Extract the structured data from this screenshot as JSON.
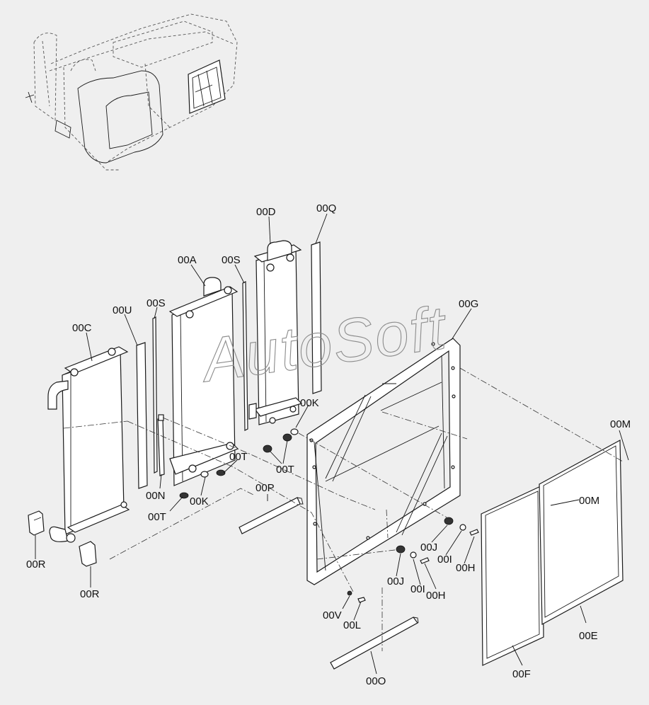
{
  "watermark": "AutoSoft",
  "labels": {
    "00D": "00D",
    "00Q": "00Q",
    "00A": "00A",
    "00S_1": "00S",
    "00S_2": "00S",
    "00U": "00U",
    "00C": "00C",
    "00G": "00G",
    "00K_1": "00K",
    "00K_2": "00K",
    "00T_1": "00T",
    "00T_2": "00T",
    "00T_3": "00T",
    "00M_1": "00M",
    "00M_2": "00M",
    "00N": "00N",
    "00P": "00P",
    "00R_1": "00R",
    "00R_2": "00R",
    "00J_1": "00J",
    "00J_2": "00J",
    "00I_1": "00I",
    "00I_2": "00I",
    "00H_1": "00H",
    "00H_2": "00H",
    "00V": "00V",
    "00L": "00L",
    "00O": "00O",
    "00E": "00E",
    "00F": "00F"
  },
  "colors": {
    "background": "#efefef",
    "line": "#1a1a1a",
    "watermark": "#8c8c8c"
  }
}
